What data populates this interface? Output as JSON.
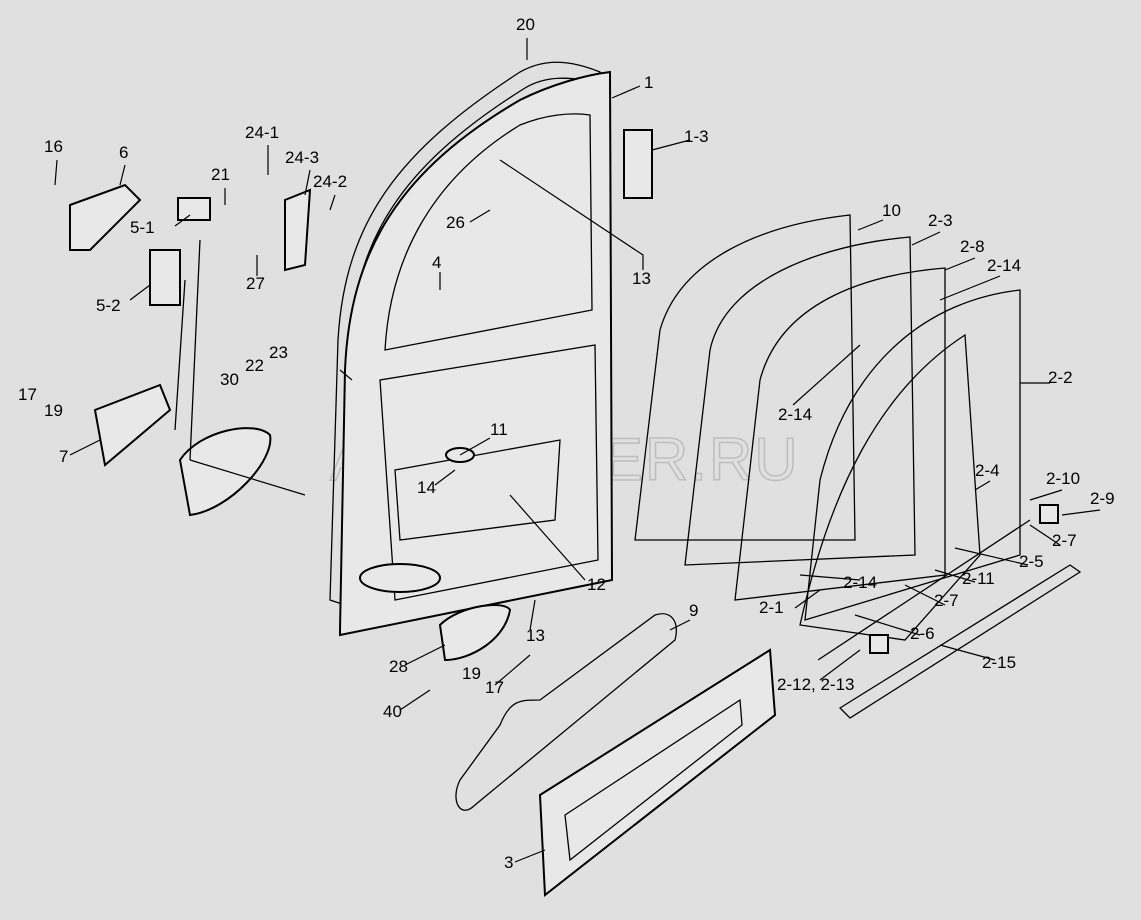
{
  "watermark": "AUTOPITER.RU",
  "labels": [
    "20",
    "1",
    "1-3",
    "16",
    "6",
    "24-1",
    "24-3",
    "21",
    "24-2",
    "5-1",
    "26",
    "10",
    "2-3",
    "2-8",
    "2-14",
    "13",
    "4",
    "27",
    "5-2",
    "23",
    "30",
    "22",
    "17",
    "19",
    "2-2",
    "2-14",
    "7",
    "11",
    "2-4",
    "2-10",
    "2-9",
    "14",
    "2-7",
    "2-5",
    "12",
    "2-14",
    "2-11",
    "2-7",
    "2-1",
    "9",
    "13",
    "2-6",
    "2-15",
    "28",
    "19",
    "17",
    "2-12, 2-13",
    "40",
    "3"
  ]
}
